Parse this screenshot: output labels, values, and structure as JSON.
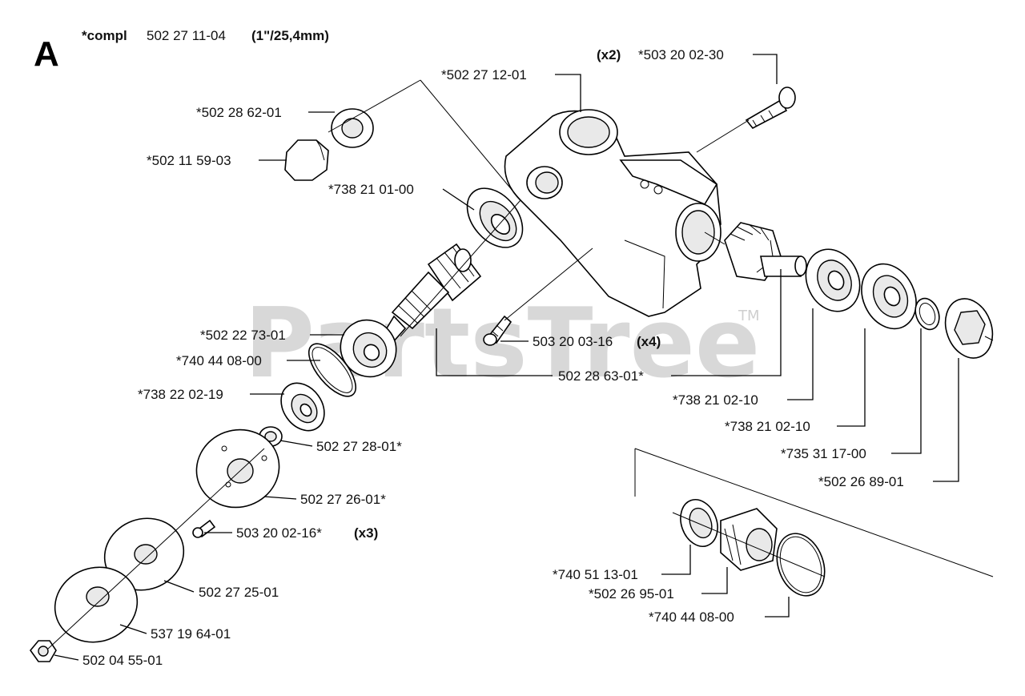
{
  "title": {
    "letter": "A",
    "prefix": "*compl",
    "part": "502 27 11-04",
    "size": "(1\"/25,4mm)"
  },
  "watermark": {
    "text": "PartsTree",
    "tm": "TM"
  },
  "labels": {
    "housing": "*502 27 12-01",
    "screw_qty": "(x2)",
    "screw_top": "*503 20 02-30",
    "washer_top": "*502 28 62-01",
    "plug": "*502 11 59-03",
    "bearing_upper": "*738 21 01-00",
    "pinion_seal": "*502 22 73-01",
    "screw_mid": "503 20 03-16",
    "screw_mid_qty": "(x4)",
    "oring_a": "*740 44 08-00",
    "gear_set": "502 28 63-01*",
    "bearing_lower": "*738 22 02-19",
    "bearing_r1": "*738 21 02-10",
    "washer_small": "502 27 28-01*",
    "bearing_r2": "*738 21 02-10",
    "circlip": "*735 31 17-00",
    "flange": "502 27 26-01*",
    "hex_cover": "*502 26 89-01",
    "screw_flange": "503 20 02-16*",
    "screw_flange_qty": "(x3)",
    "seal": "*740 51 13-01",
    "support_cup": "502 27 25-01",
    "collar": "*502 26 95-01",
    "oring_b": "*740 44 08-00",
    "guard_washer": "537 19 64-01",
    "nut": "502 04 55-01"
  }
}
